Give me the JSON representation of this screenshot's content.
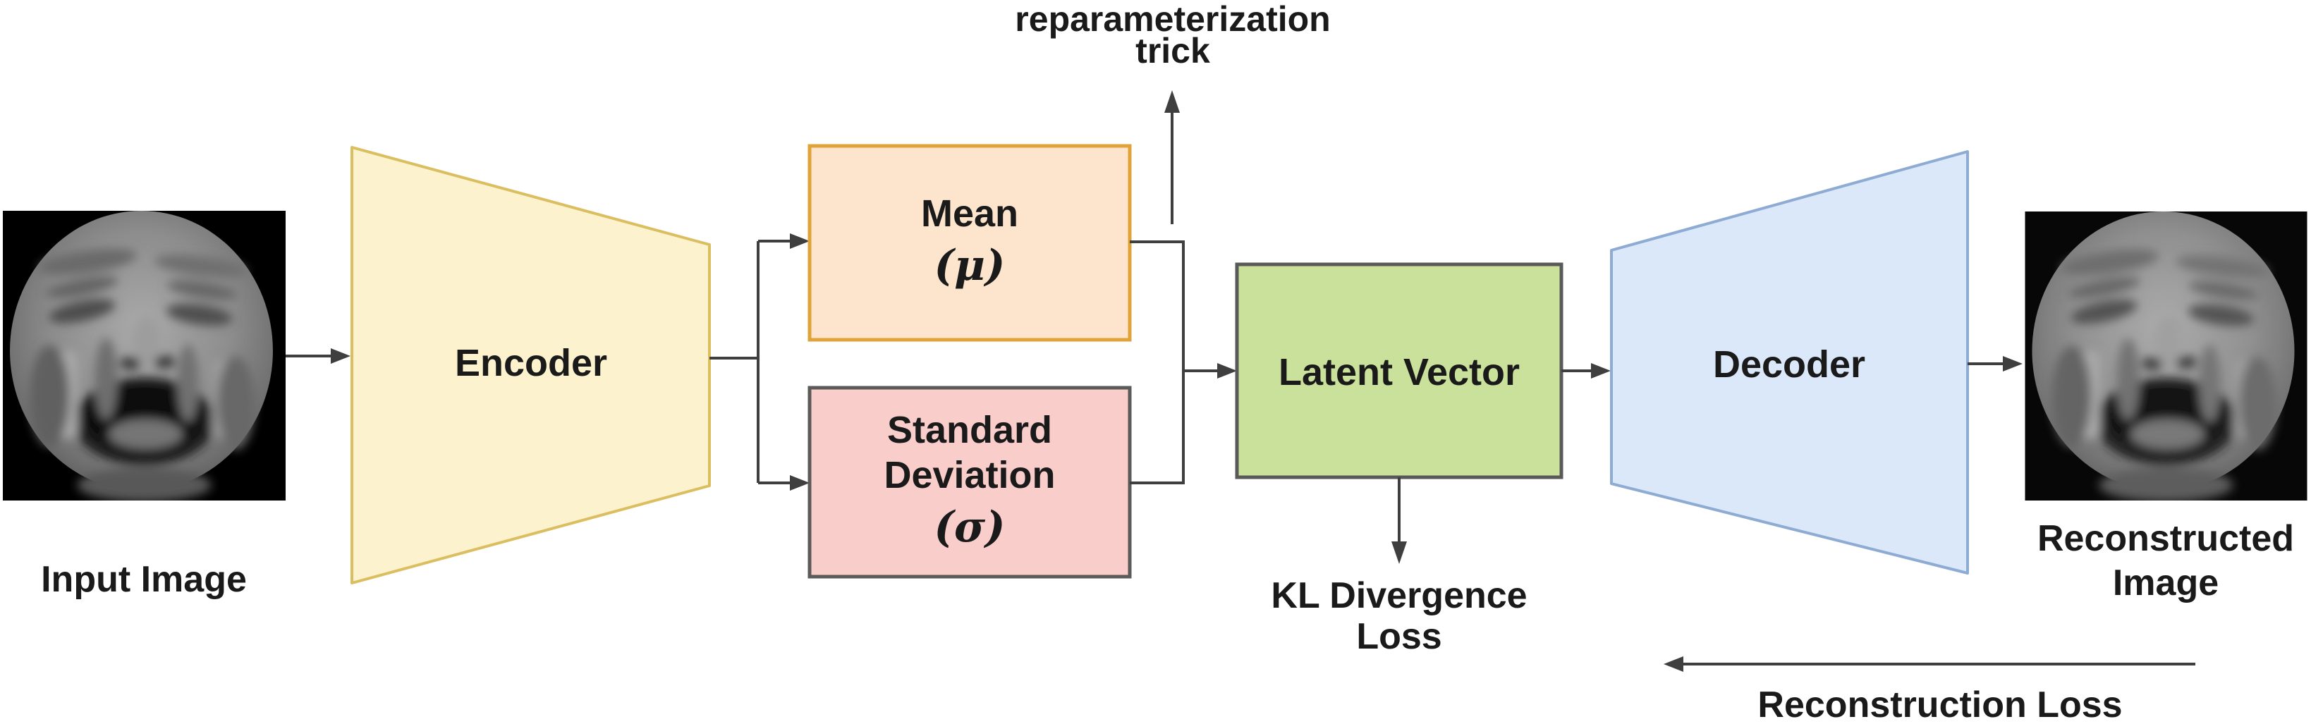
{
  "diagram": {
    "type": "variational-autoencoder-architecture",
    "colors": {
      "background": "#ffffff",
      "line": "#3f3f3f",
      "text": "#1a1a1a",
      "encoder_fill": "#FCF3CE",
      "encoder_border": "#DBBE60",
      "mean_fill": "#FCE5CC",
      "mean_border": "#E1A338",
      "std_fill": "#F9CDCA",
      "std_border": "#5B5B5B",
      "latent_fill": "#C9E19B",
      "latent_border": "#595959",
      "decoder_fill": "#DBE8FA",
      "decoder_border": "#8EABD3"
    },
    "nodes": {
      "input_image": {
        "label": "Input Image"
      },
      "encoder": {
        "label": "Encoder",
        "fill": "#FCF3CE",
        "border": "#DBBE60"
      },
      "mean": {
        "title": "Mean",
        "symbol": "(μ)",
        "fill": "#FCE5CC",
        "border": "#E1A338"
      },
      "std": {
        "title_line1": "Standard",
        "title_line2": "Deviation",
        "symbol": "(σ)",
        "fill": "#F9CDCA",
        "border": "#5B5B5B"
      },
      "latent": {
        "label": "Latent Vector",
        "fill": "#C9E19B",
        "border": "#595959"
      },
      "decoder": {
        "label": "Decoder",
        "fill": "#DBE8FA",
        "border": "#8EABD3"
      },
      "reconstructed_image": {
        "label_line1": "Reconstructed",
        "label_line2": "Image"
      }
    },
    "annotations": {
      "reparameterization_line1": "reparameterization",
      "reparameterization_line2": "trick",
      "kl_line1": "KL Divergence",
      "kl_line2": "Loss",
      "reconstruction_loss": "Reconstruction Loss"
    }
  }
}
